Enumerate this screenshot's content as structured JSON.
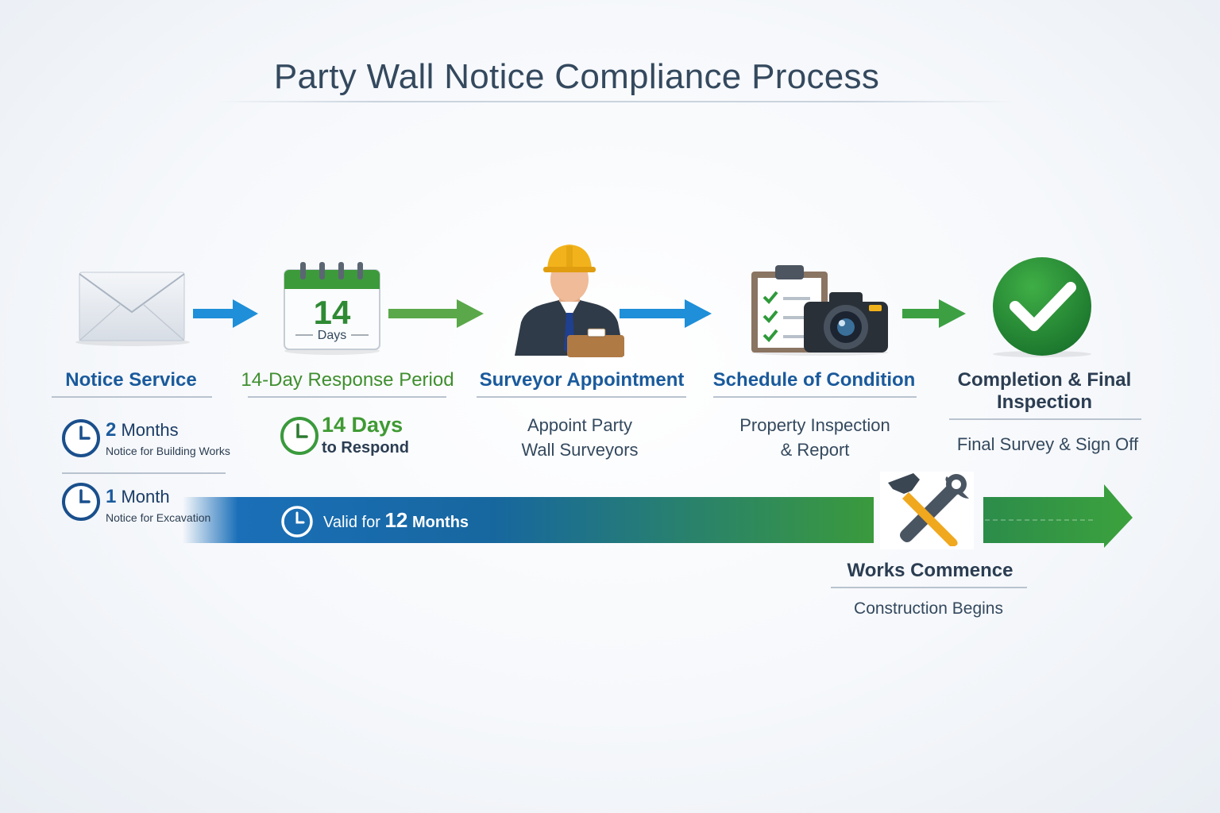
{
  "title": "Party Wall Notice Compliance Process",
  "colors": {
    "blue": "#1a5a9c",
    "green": "#3f8f2f",
    "dark": "#2b3d52",
    "arrow_blue": "#1e8fd8",
    "arrow_green": "#5aa84a"
  },
  "steps": [
    {
      "title": "Notice Service",
      "icon": "envelope-icon"
    },
    {
      "title": "14-Day Response Period",
      "icon": "calendar-icon",
      "calendar_number": "14",
      "calendar_label": "Days",
      "timer_value": "14 Days",
      "timer_label": "to Respond"
    },
    {
      "title": "Surveyor Appointment",
      "icon": "surveyor-icon",
      "desc_line1": "Appoint Party",
      "desc_line2": "Wall Surveyors"
    },
    {
      "title": "Schedule of Condition",
      "icon": "clipboard-camera-icon",
      "desc_line1": "Property Inspection",
      "desc_line2": "& Report"
    },
    {
      "title": "Completion & Final Inspection",
      "title_line1": "Completion & Final",
      "title_line2": "Inspection",
      "icon": "checkmark-icon",
      "desc_line1": "Final Survey & Sign Off"
    }
  ],
  "notice_periods": [
    {
      "number": "2",
      "unit": "Months",
      "label": "Notice for Building Works"
    },
    {
      "number": "1",
      "unit": "Month",
      "label": "Notice for Excavation"
    }
  ],
  "validity": {
    "prefix": "Valid for",
    "number": "12",
    "unit": "Months"
  },
  "works": {
    "title": "Works Commence",
    "desc": "Construction Begins",
    "icon": "tools-icon"
  }
}
